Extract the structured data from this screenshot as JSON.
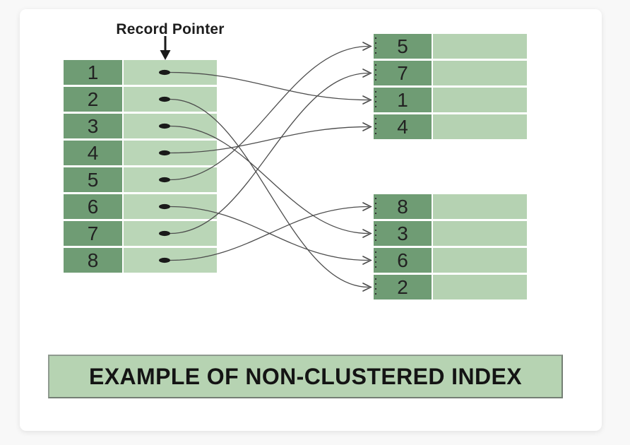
{
  "diagram": {
    "record_pointer_label": "Record Pointer",
    "index_table": {
      "keys": [
        "1",
        "2",
        "3",
        "4",
        "5",
        "6",
        "7",
        "8"
      ]
    },
    "data_tables": [
      {
        "keys": [
          "5",
          "7",
          "1",
          "4"
        ]
      },
      {
        "keys": [
          "8",
          "3",
          "6",
          "2"
        ]
      }
    ],
    "connections": [
      {
        "from_key": "1",
        "table": 0,
        "row": 2
      },
      {
        "from_key": "2",
        "table": 1,
        "row": 3
      },
      {
        "from_key": "3",
        "table": 1,
        "row": 1
      },
      {
        "from_key": "4",
        "table": 0,
        "row": 3
      },
      {
        "from_key": "5",
        "table": 0,
        "row": 0
      },
      {
        "from_key": "6",
        "table": 1,
        "row": 2
      },
      {
        "from_key": "7",
        "table": 0,
        "row": 1
      },
      {
        "from_key": "8",
        "table": 1,
        "row": 0
      }
    ],
    "title": "EXAMPLE OF NON-CLUSTERED INDEX",
    "colors": {
      "key_cell": "#6f9c74",
      "value_cell_left": "#bad6b7",
      "value_cell_right": "#b5d2b2",
      "title_bg": "#b6d3b2",
      "title_border": "#8f9a8f",
      "connector": "#4d4d4d",
      "pointer_dot": "#1a1a1a"
    }
  }
}
